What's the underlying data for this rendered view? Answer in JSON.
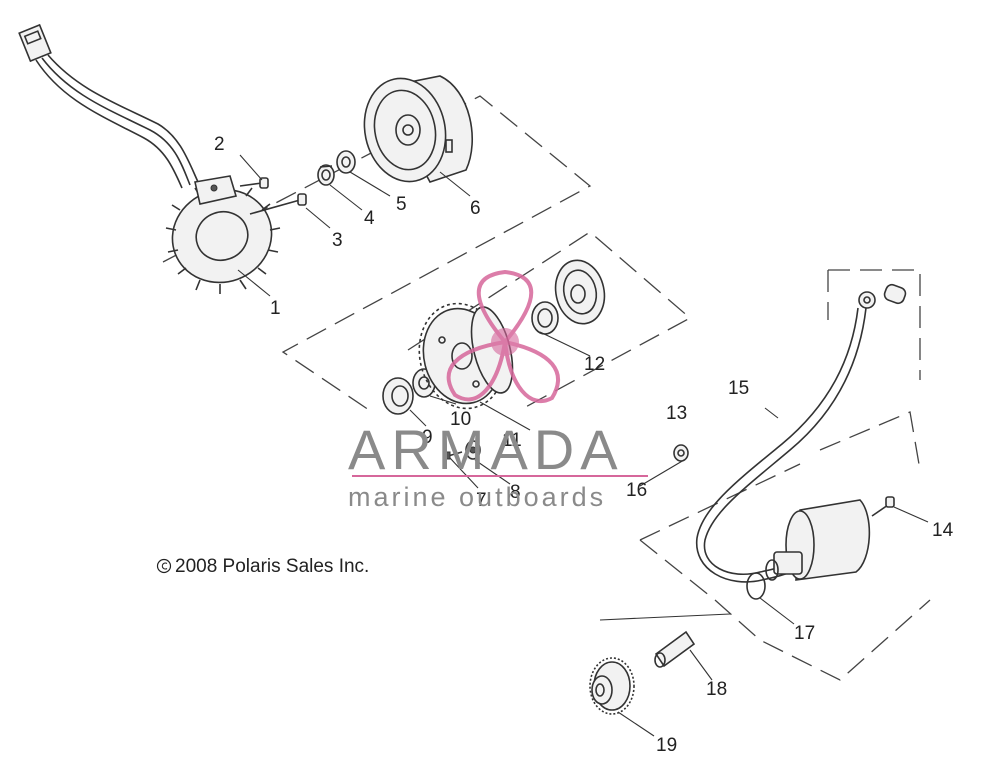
{
  "diagram": {
    "callouts": {
      "c1": "1",
      "c2": "2",
      "c3": "3",
      "c4": "4",
      "c5": "5",
      "c6": "6",
      "c7": "7",
      "c8": "8",
      "c9": "9",
      "c10": "10",
      "c11": "11",
      "c12": "12",
      "c13": "13",
      "c14": "14",
      "c15": "15",
      "c16": "16",
      "c17": "17",
      "c18": "18",
      "c19": "19"
    },
    "copyright": "2008 Polaris Sales Inc."
  },
  "watermark": {
    "brand": "ARMADA",
    "tagline": "marine outboards",
    "accent_color": "#d6679b"
  },
  "colors": {
    "line": "#333333",
    "text": "#222222",
    "watermark_text": "#8a8a8a"
  }
}
